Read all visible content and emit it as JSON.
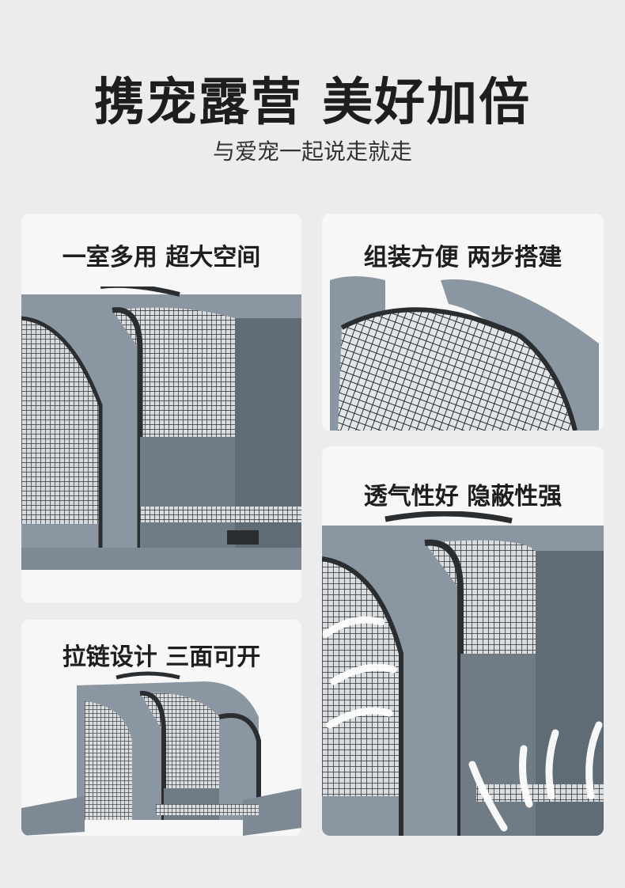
{
  "header": {
    "title": "携宠露营 美好加倍",
    "subtitle": "与爱宠一起说走就走"
  },
  "features": [
    {
      "label": "一室多用 超大空间"
    },
    {
      "label": "组装方便 两步搭建"
    },
    {
      "label": "透气性好 隐蔽性强"
    },
    {
      "label": "拉链设计 三面可开"
    }
  ],
  "colors": {
    "carrier_gray": "#8a97a3",
    "mesh_dark": "#2a2e31",
    "background": "#ececec"
  }
}
